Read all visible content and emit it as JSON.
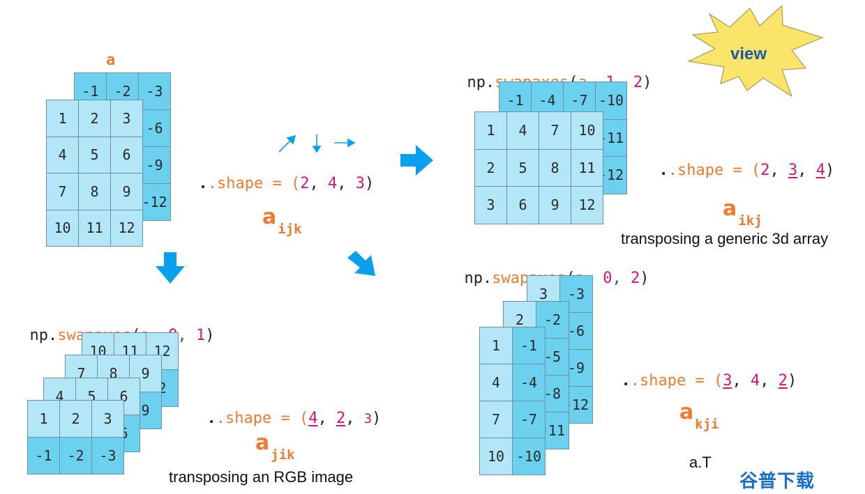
{
  "colors": {
    "orange": "#f07a2e",
    "magenta": "#d6156f",
    "blue": "#1e5aa8",
    "arrow": "#0aa0ec",
    "cell_light": "#b3e6f7",
    "cell_dark": "#6cd0ef",
    "starburst": "#fbe46a",
    "watermark": "#1a6ec8"
  },
  "topleft": {
    "label": "a",
    "back": [
      [
        "-1",
        "-2",
        "-3"
      ],
      [
        "",
        "",
        "-6"
      ],
      [
        "",
        "",
        "-9"
      ],
      [
        "",
        "",
        "-12"
      ]
    ],
    "front": [
      [
        "1",
        "2",
        "3"
      ],
      [
        "4",
        "5",
        "6"
      ],
      [
        "7",
        "8",
        "9"
      ],
      [
        "10",
        "11",
        "12"
      ]
    ],
    "shape_prefix": ".shape = (",
    "shape_v1": "2",
    "shape_v2": "4",
    "shape_v3": "3",
    "shape_close": ")",
    "axis_arrows": [
      "arrow-diag-icon",
      "arrow-down-icon",
      "arrow-right-icon"
    ],
    "sym": "a",
    "sub": "ijk"
  },
  "topright": {
    "code_np": "np.",
    "code_fn": "swapaxes",
    "code_a": "a",
    "code_x": "1",
    "code_y": "2",
    "back": [
      [
        "-1",
        "-4",
        "-7",
        "-10"
      ],
      [
        "",
        "",
        "",
        "-11"
      ],
      [
        "",
        "",
        "",
        "-12"
      ]
    ],
    "front": [
      [
        "1",
        "4",
        "7",
        "10"
      ],
      [
        "2",
        "5",
        "8",
        "11"
      ],
      [
        "3",
        "6",
        "9",
        "12"
      ]
    ],
    "shape_prefix": ".shape = (",
    "shape_v1": "2",
    "shape_v2": "3",
    "shape_v3": "4",
    "shape_close": ")",
    "sym": "a",
    "sub": "ikj",
    "caption": "transposing a generic 3d array",
    "badge": "view"
  },
  "bottomleft": {
    "code_np": "np.",
    "code_fn": "swapaxes",
    "code_a": "a",
    "code_x": "0",
    "code_y": "1",
    "layer4": [
      [
        "10",
        "11",
        "12"
      ],
      [
        "",
        "",
        "2"
      ]
    ],
    "layer3": [
      [
        "7",
        "8",
        "9"
      ],
      [
        "",
        "",
        "9"
      ]
    ],
    "layer2": [
      [
        "4",
        "5",
        "6"
      ],
      [
        "",
        "",
        "6"
      ]
    ],
    "layer1": [
      [
        "1",
        "2",
        "3"
      ],
      [
        "-1",
        "-2",
        "-3"
      ]
    ],
    "shape_prefix": ".shape = (",
    "shape_v1": "4",
    "shape_v2": "2",
    "shape_v3": "3",
    "shape_close": ")",
    "sym": "a",
    "sub": "jik",
    "caption": "transposing an RGB image"
  },
  "bottomright": {
    "code_np": "np.",
    "code_fn": "swapaxes",
    "code_a": "a",
    "code_x": "0",
    "code_y": "2",
    "layer3": [
      [
        "3",
        "-3"
      ],
      [
        "",
        "-6"
      ],
      [
        "",
        "-9"
      ],
      [
        "",
        "-12"
      ]
    ],
    "layer2": [
      [
        "2",
        "-2"
      ],
      [
        "",
        "-5"
      ],
      [
        "",
        "-8"
      ],
      [
        "",
        "-11"
      ]
    ],
    "layer1": [
      [
        "1",
        "-1"
      ],
      [
        "4",
        "-4"
      ],
      [
        "7",
        "-7"
      ],
      [
        "10",
        "-10"
      ]
    ],
    "shape_prefix": ".shape = (",
    "shape_v1": "3",
    "shape_v2": "4",
    "shape_v3": "2",
    "shape_close": ")",
    "sym": "a",
    "sub": "kji",
    "caption": "a.T"
  },
  "watermark": "谷普下载"
}
